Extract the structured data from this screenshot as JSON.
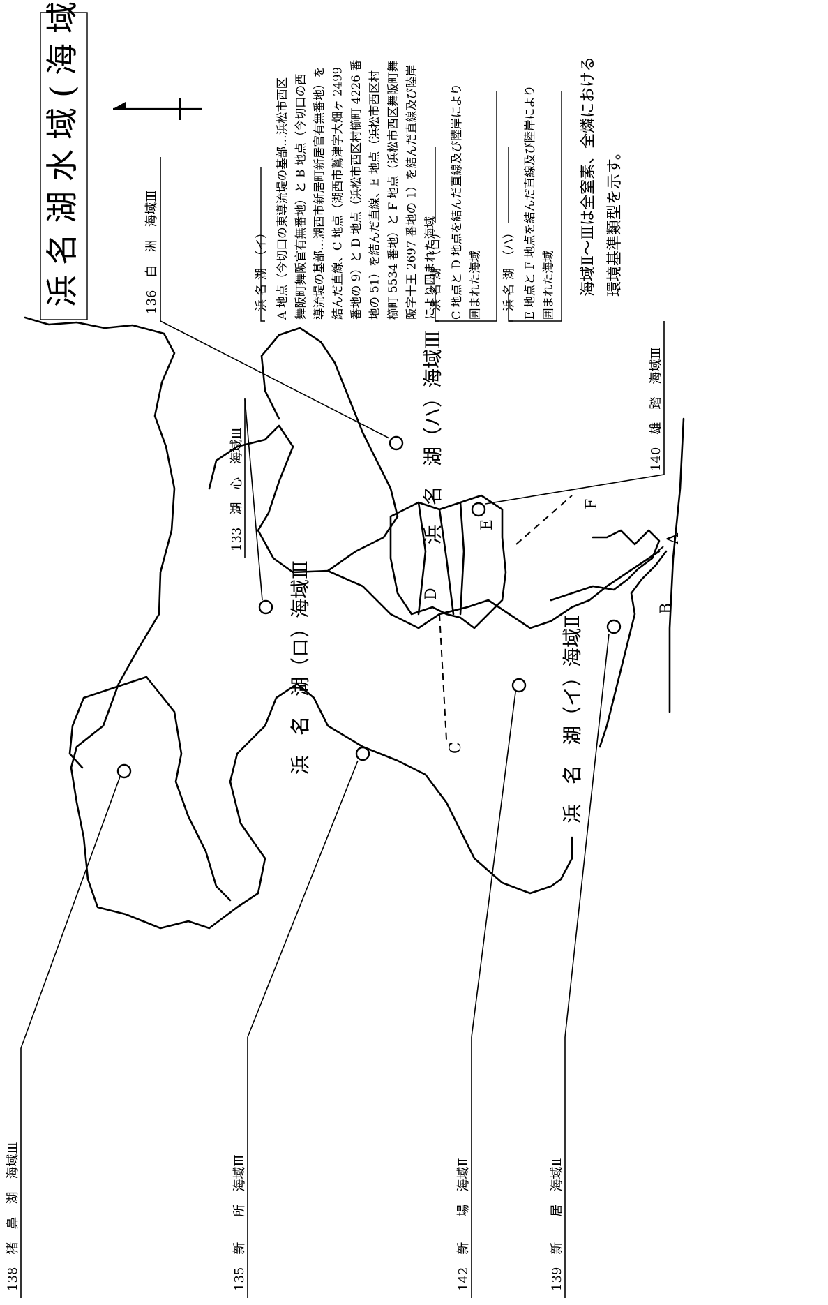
{
  "title": "浜名湖水域(海域)",
  "north_symbol": "north-arrow",
  "stations": [
    {
      "id": "136",
      "label": "136　白　洲　海域Ⅲ"
    },
    {
      "id": "133",
      "label": "133　湖　心　海域Ⅲ"
    },
    {
      "id": "140",
      "label": "140　雄　踏　海域Ⅲ"
    },
    {
      "id": "138",
      "label": "138　猪　鼻　湖　海域Ⅲ"
    },
    {
      "id": "135",
      "label": "135　新　　所　海域Ⅲ"
    },
    {
      "id": "142",
      "label": "142　新　　場　海域Ⅱ"
    },
    {
      "id": "139",
      "label": "139　新　　居　海域Ⅱ"
    }
  ],
  "areas": {
    "ha": "浜　名　湖（ハ）海域Ⅲ",
    "ro": "浜　名　湖（ロ）海域Ⅲ",
    "i": "浜　名　湖（イ）海域Ⅱ"
  },
  "points": {
    "a": "A",
    "b": "B",
    "c": "C",
    "d": "D",
    "e": "E",
    "f": "F"
  },
  "legend": {
    "i": {
      "title": "浜 名 湖　（イ）",
      "lines": [
        "A 地点（今切口の東導流堤の基部…浜松市西区",
        "舞阪町舞阪官有無番地）と B 地点（今切口の西",
        "導流堤の基部…湖西市新居町新居官有無番地）を",
        "結んだ直線、C 地点（湖西市鷲津字大畑ヶ 2499",
        "番地の 9）と D 地点（浜松市西区村櫛町 4226 番",
        "地の 51）を結んだ直線、E 地点（浜松市西区村",
        "櫛町 5534 番地）と F 地点（浜松市西区舞阪町舞",
        "阪字十王 2697 番地の 1）を結んだ直線及び陸岸",
        "により囲まれた海域"
      ]
    },
    "ro": {
      "title": "浜 名 湖　（ロ）",
      "lines": [
        "C 地点と D 地点を結んだ直線及び陸岸により",
        "囲まれた海域"
      ]
    },
    "ha": {
      "title": "浜 名 湖　（ハ）",
      "lines": [
        "E 地点と F 地点を結んだ直線及び陸岸により",
        "囲まれた海域"
      ]
    }
  },
  "note": [
    "海域Ⅱ～Ⅲは全窒素、全燐における",
    "環境基準類型を示す。"
  ]
}
